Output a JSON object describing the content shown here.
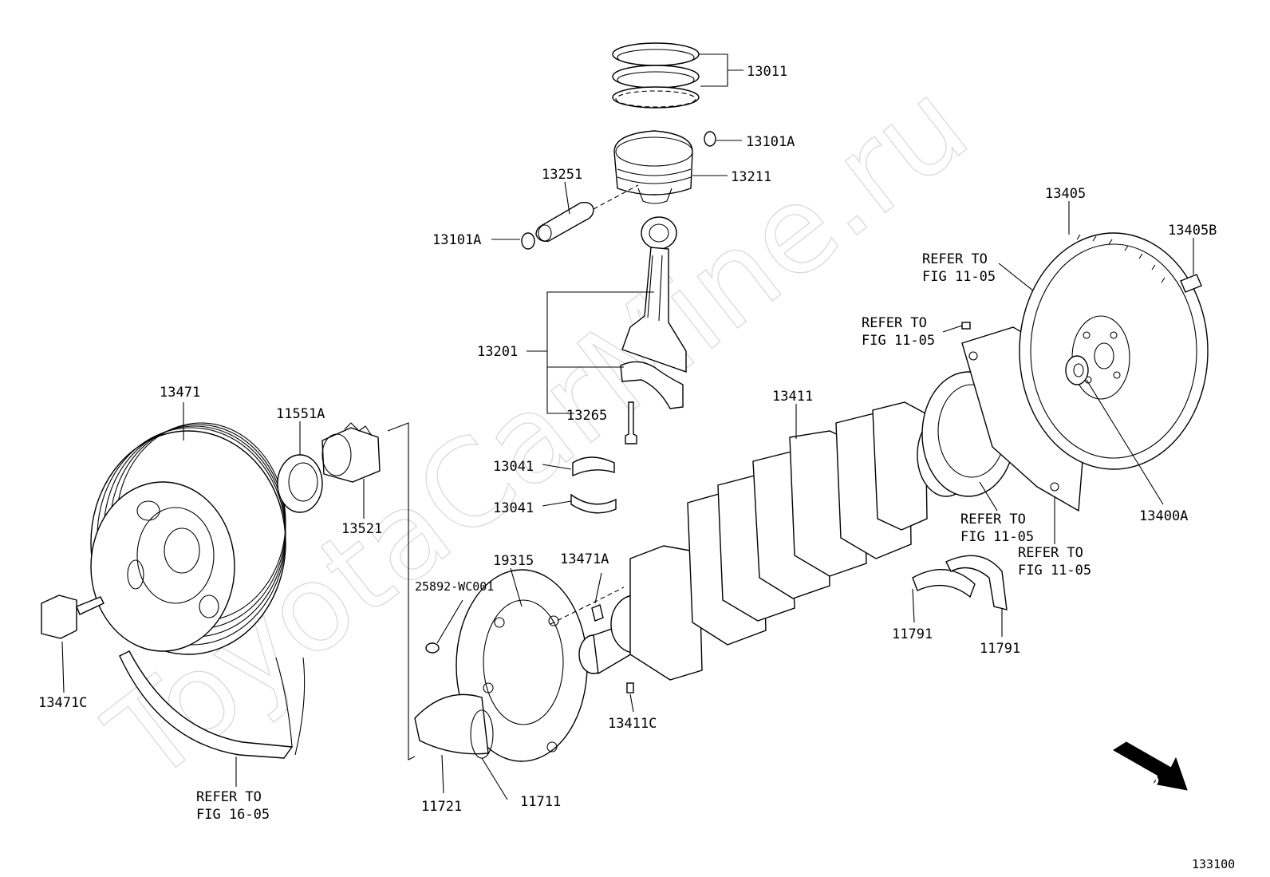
{
  "watermark": "ToyotaCarMine.ru",
  "fwd_label": "FWD",
  "figure_number": "133100",
  "labels": {
    "p13011": "13011",
    "p13101A_top": "13101A",
    "p13211": "13211",
    "p13251": "13251",
    "p13101A_left": "13101A",
    "p13201": "13201",
    "p13265": "13265",
    "p13041_a": "13041",
    "p13041_b": "13041",
    "p13405": "13405",
    "p13405B": "13405B",
    "p13400A": "13400A",
    "p13411": "13411",
    "p13411C": "13411C",
    "p13471": "13471",
    "p13471A": "13471A",
    "p13471C": "13471C",
    "p11551A": "11551A",
    "p13521": "13521",
    "p19315": "19315",
    "p25892": "25892-WC001",
    "p11721": "11721",
    "p11711": "11711",
    "p11791_a": "11791",
    "p11791_b": "11791"
  },
  "refers": {
    "r1": {
      "line1": "REFER TO",
      "line2": "FIG 11-05"
    },
    "r2": {
      "line1": "REFER TO",
      "line2": "FIG 11-05"
    },
    "r3": {
      "line1": "REFER TO",
      "line2": "FIG 11-05"
    },
    "r4": {
      "line1": "REFER TO",
      "line2": "FIG 11-05"
    },
    "r5": {
      "line1": "REFER TO",
      "line2": "FIG 16-05"
    }
  }
}
